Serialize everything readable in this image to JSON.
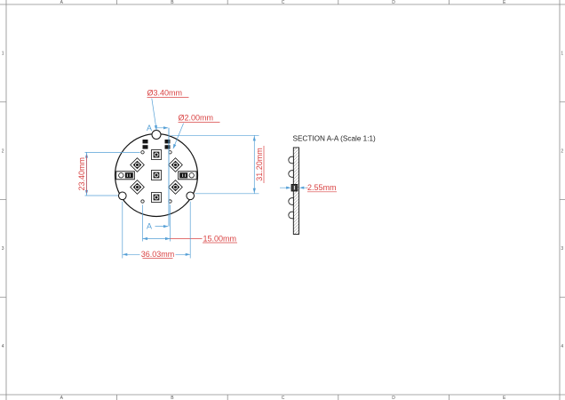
{
  "sheet": {
    "zone_columns": [
      "A",
      "B",
      "C",
      "D",
      "E"
    ],
    "zone_rows": [
      "1",
      "2",
      "3",
      "4"
    ]
  },
  "plan_view": {
    "section_marker_top": "A",
    "section_marker_bottom": "A",
    "dim_notch_diameter": "Ø3.40mm",
    "dim_hole_diameter": "Ø2.00mm",
    "dim_height_left": "23.40mm",
    "dim_height_right": "31.20mm",
    "dim_width_inner": "15.00mm",
    "dim_width_outer": "36.03mm"
  },
  "section_view": {
    "title": "SECTION A-A (Scale 1:1)",
    "dim_thickness": "2.55mm"
  },
  "colors": {
    "dimension_line": "#56a0d6",
    "dimension_text": "#d94242",
    "drawing_line": "#111111",
    "frame_line": "#8c8c8c"
  }
}
